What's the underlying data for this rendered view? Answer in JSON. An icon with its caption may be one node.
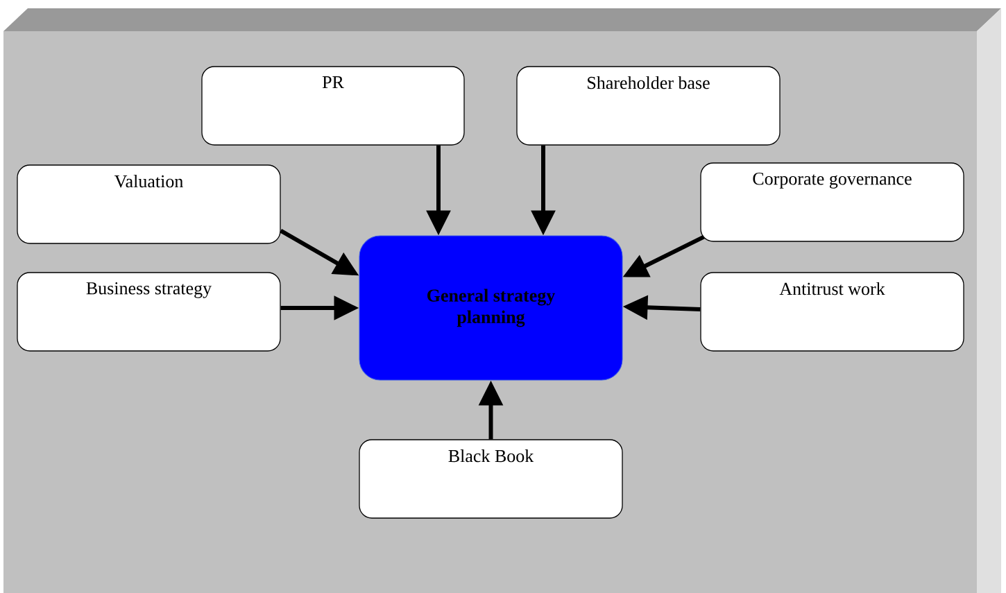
{
  "diagram": {
    "nodes": [
      {
        "text": [
          "PR"
        ]
      },
      {
        "text": [
          "Shareholder base"
        ]
      },
      {
        "text": [
          "Valuation"
        ]
      },
      {
        "text": [
          "Corporate governance"
        ]
      },
      {
        "text": [
          "Business strategy"
        ]
      },
      {
        "text": [
          "General strategy planning"
        ]
      },
      {
        "text": [
          "Antitrust work"
        ]
      },
      {
        "text": [
          "Black Book"
        ]
      }
    ],
    "edges": [
      {
        "from": 0,
        "to": 5,
        "arrow": "to"
      },
      {
        "from": 1,
        "to": 5,
        "arrow": "to"
      },
      {
        "from": 2,
        "to": 5,
        "arrow": "to"
      },
      {
        "from": 3,
        "to": 5,
        "arrow": "to"
      },
      {
        "from": 4,
        "to": 5,
        "arrow": "to"
      },
      {
        "from": 6,
        "to": 5,
        "arrow": "to"
      },
      {
        "from": 7,
        "to": 5,
        "arrow": "to"
      }
    ]
  }
}
